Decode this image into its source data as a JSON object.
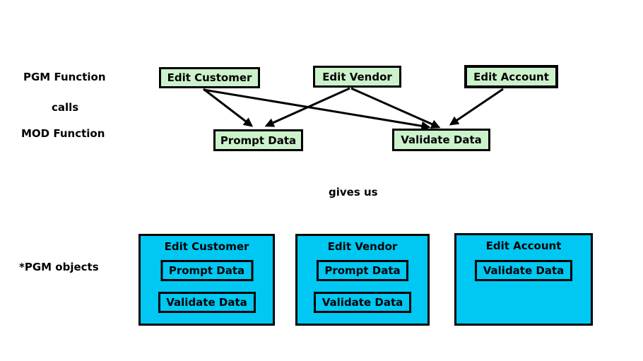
{
  "labels": {
    "pgm_function": "PGM Function",
    "calls": "calls",
    "mod_function": "MOD Function",
    "gives_us": "gives us",
    "pgm_objects": "*PGM objects"
  },
  "colors": {
    "box_green": "#ccf2cc",
    "box_cyan": "#00c8f2",
    "border": "#000000",
    "arrow": "#000000",
    "background": "#ffffff"
  },
  "top_diagram": {
    "pgm_boxes": [
      {
        "label": "Edit Customer"
      },
      {
        "label": "Edit Vendor"
      },
      {
        "label": "Edit Account"
      }
    ],
    "mod_boxes": [
      {
        "label": "Prompt Data"
      },
      {
        "label": "Validate Data"
      }
    ],
    "calls": [
      {
        "from": "Edit Customer",
        "to": "Prompt Data"
      },
      {
        "from": "Edit Customer",
        "to": "Validate Data"
      },
      {
        "from": "Edit Vendor",
        "to": "Prompt Data"
      },
      {
        "from": "Edit Vendor",
        "to": "Validate Data"
      },
      {
        "from": "Edit Account",
        "to": "Validate Data"
      }
    ]
  },
  "objects_diagram": {
    "containers": [
      {
        "title": "Edit Customer",
        "modules": [
          "Prompt Data",
          "Validate Data"
        ]
      },
      {
        "title": "Edit Vendor",
        "modules": [
          "Prompt Data",
          "Validate Data"
        ]
      },
      {
        "title": "Edit Account",
        "modules": [
          "Validate Data"
        ]
      }
    ]
  }
}
